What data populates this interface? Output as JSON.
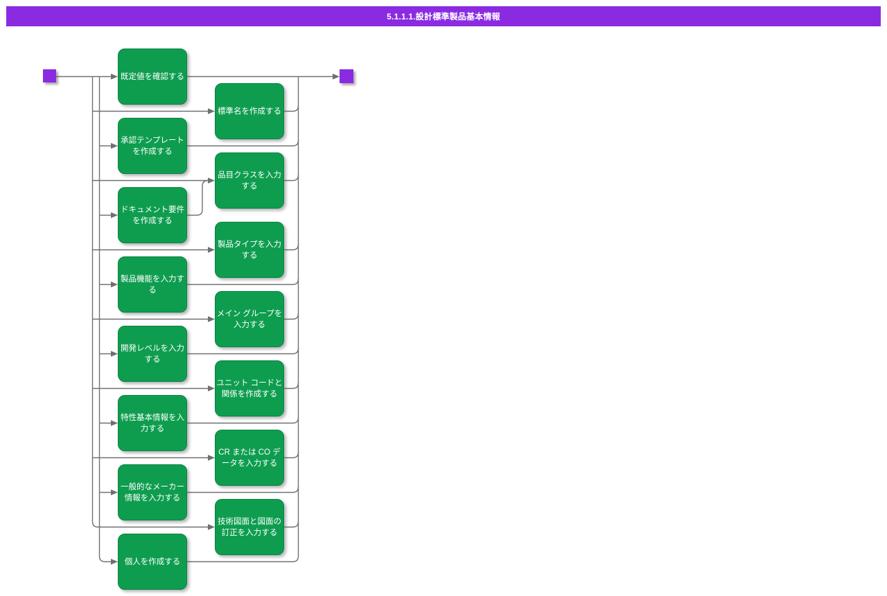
{
  "header": {
    "title": "5.1.1.1.設計標準製品基本情報"
  },
  "colors": {
    "accent_purple": "#8A2BE2",
    "node_green": "#0E9D4F",
    "node_border_green": "#0A8243",
    "connector_gray": "#707070",
    "node_text": "#FFFFFF",
    "title_text": "#FFFFFF",
    "background": "#FFFFFF"
  },
  "diagram": {
    "activities_left": [
      "既定値を確認する",
      "承認テンプレートを作成する",
      "ドキュメント要件を作成する",
      "製品機能を入力する",
      "開発レベルを入力する",
      "特性基本情報を入力する",
      "一般的なメーカー情報を入力する",
      "個人を作成する"
    ],
    "activities_right": [
      "標準名を作成する",
      "品目クラスを入力する",
      "製品タイプを入力する",
      "メイン グループを入力する",
      "ユニット コードと関係を作成する",
      "CR または CO データを入力する",
      "技術図面と図面の訂正を入力する"
    ]
  }
}
